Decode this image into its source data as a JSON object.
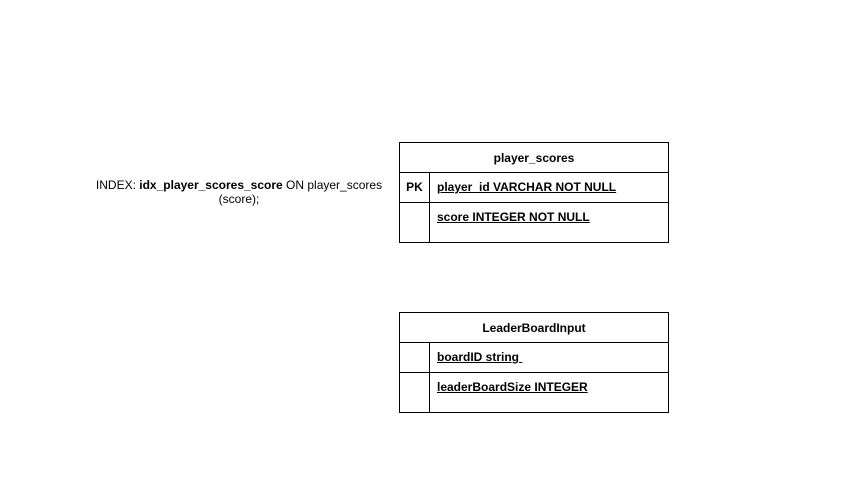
{
  "index_note": {
    "prefix": "INDEX: ",
    "index_name": "idx_player_scores_score",
    "suffix": " ON player_scores (score);"
  },
  "tables": [
    {
      "name": "player_scores",
      "rows": [
        {
          "key": "PK",
          "attribute": "player_id VARCHAR NOT NULL"
        },
        {
          "key": "",
          "attribute": "score INTEGER NOT NULL"
        }
      ]
    },
    {
      "name": "LeaderBoardInput",
      "rows": [
        {
          "key": "",
          "attribute": "boardID string "
        },
        {
          "key": "",
          "attribute": "leaderBoardSize INTEGER"
        }
      ]
    }
  ]
}
